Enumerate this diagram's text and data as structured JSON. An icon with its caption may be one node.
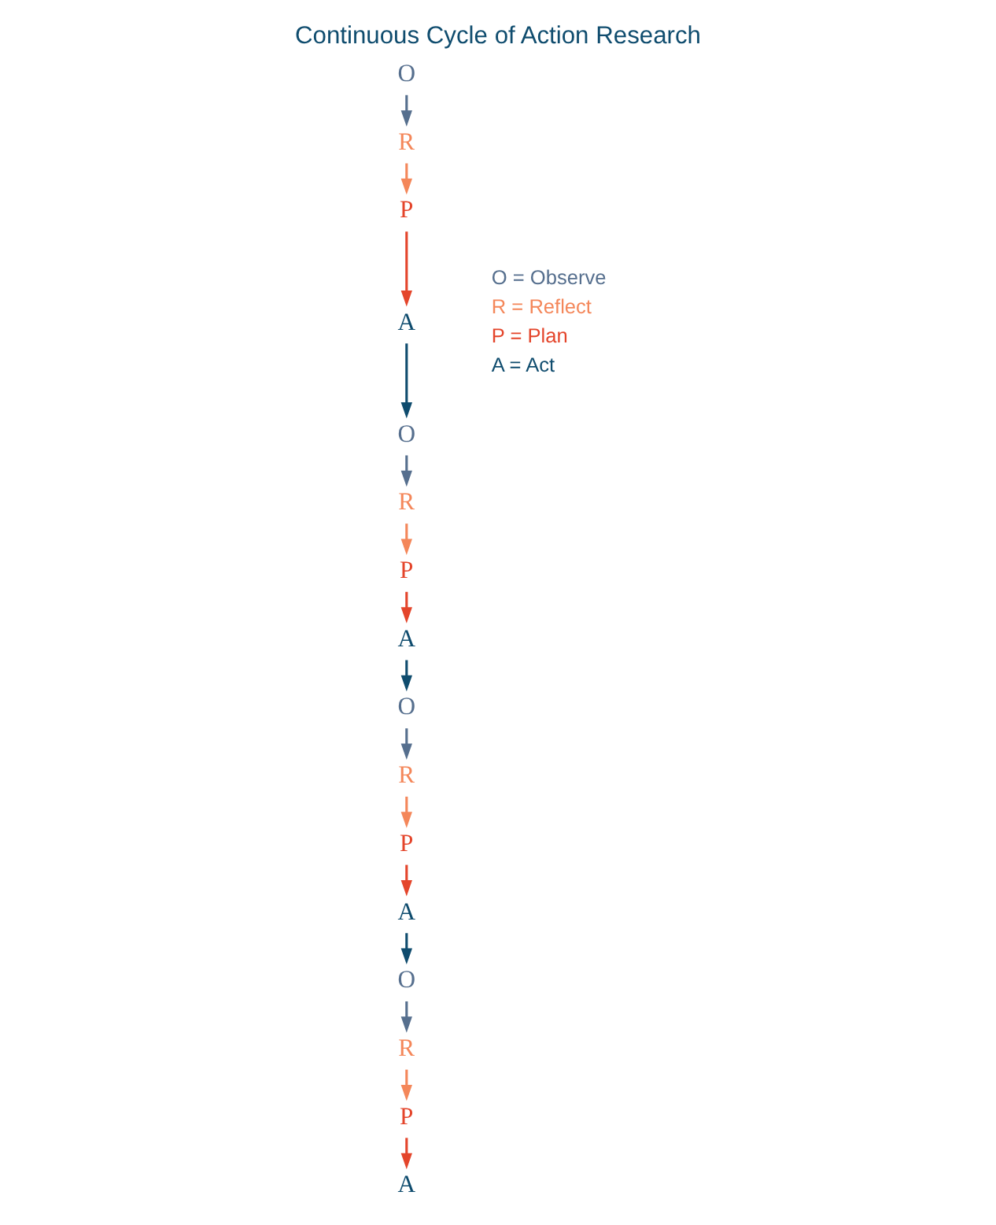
{
  "diagram": {
    "title": "Continuous Cycle of Action Research",
    "nodes": [
      {
        "text": [
          "R"
        ]
      },
      {
        "text": [
          "O"
        ]
      },
      {
        "text": [
          "P"
        ]
      },
      {
        "text": [
          "A"
        ]
      },
      {
        "text": [
          "R"
        ]
      },
      {
        "text": [
          "O"
        ]
      },
      {
        "text": [
          "P"
        ]
      },
      {
        "text": [
          "A"
        ]
      },
      {
        "text": [
          "R"
        ]
      },
      {
        "text": [
          "O"
        ]
      },
      {
        "text": [
          "P"
        ]
      },
      {
        "text": [
          "A"
        ]
      },
      {
        "text": [
          "R"
        ]
      },
      {
        "text": [
          "O"
        ]
      },
      {
        "text": [
          "P"
        ]
      },
      {
        "text": [
          "A"
        ]
      }
    ],
    "edges": [
      {
        "from": 1,
        "to": 0,
        "arrow": "to",
        "color": "#566f8e"
      },
      {
        "from": 0,
        "to": 2,
        "arrow": "to",
        "color": "#f4875a"
      },
      {
        "from": 2,
        "to": 3,
        "arrow": "to",
        "color": "#e4452b"
      },
      {
        "from": 3,
        "to": 5,
        "arrow": "to",
        "color": "#0f4c6e"
      },
      {
        "from": 5,
        "to": 4,
        "arrow": "to",
        "color": "#566f8e"
      },
      {
        "from": 4,
        "to": 6,
        "arrow": "to",
        "color": "#f4875a"
      },
      {
        "from": 6,
        "to": 7,
        "arrow": "to",
        "color": "#e4452b"
      },
      {
        "from": 7,
        "to": 9,
        "arrow": "to",
        "color": "#0f4c6e"
      },
      {
        "from": 9,
        "to": 8,
        "arrow": "to",
        "color": "#566f8e"
      },
      {
        "from": 8,
        "to": 10,
        "arrow": "to",
        "color": "#f4875a"
      },
      {
        "from": 10,
        "to": 11,
        "arrow": "to",
        "color": "#e4452b"
      },
      {
        "from": 11,
        "to": 13,
        "arrow": "to",
        "color": "#0f4c6e"
      },
      {
        "from": 13,
        "to": 12,
        "arrow": "to",
        "color": "#566f8e"
      },
      {
        "from": 12,
        "to": 14,
        "arrow": "to",
        "color": "#f4875a"
      },
      {
        "from": 14,
        "to": 15,
        "arrow": "to",
        "color": "#e4452b"
      }
    ],
    "labels": [
      "O = Observe",
      "R = Reflect",
      "P = Plan",
      "A = Act"
    ]
  }
}
